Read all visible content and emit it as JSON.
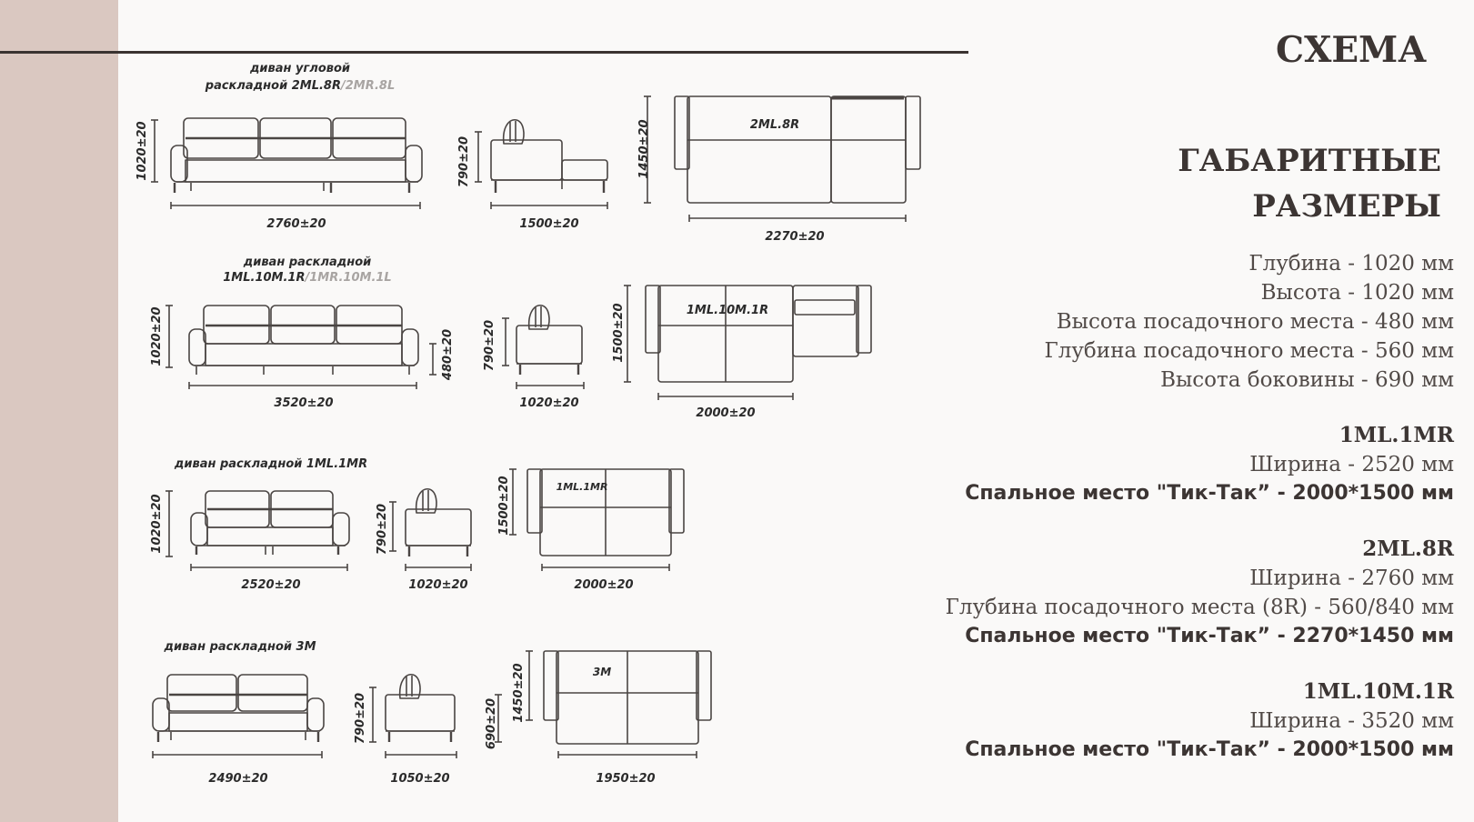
{
  "page": {
    "title": "СХЕМА",
    "subtitle_lines": [
      "ГАБАРИТНЫЕ",
      "РАЗМЕРЫ"
    ]
  },
  "colors": {
    "side_band": "#dac8c1",
    "rule": "#3a3331",
    "background": "#faf9f8",
    "drawing_line": "#4a4543"
  },
  "general_specs": [
    "Глубина - 1020 мм",
    "Высота - 1020 мм",
    "Высота посадочного места - 480 мм",
    "Глубина посадочного места - 560 мм",
    "Высота боковины - 690 мм"
  ],
  "models": [
    {
      "code": "1ML.1MR",
      "lines": [
        "Ширина - 2520 мм"
      ],
      "sleeping": "Спальное место \"Тик-Так” - 2000*1500 мм"
    },
    {
      "code": "2ML.8R",
      "lines": [
        "Ширина - 2760 мм",
        "Глубина посадочного места (8R) - 560/840 мм"
      ],
      "sleeping": "Спальное место \"Тик-Так” - 2270*1450 мм"
    },
    {
      "code": "1ML.10M.1R",
      "lines": [
        "Ширина - 3520 мм"
      ],
      "sleeping": "Спальное место \"Тик-Так” - 2000*1500 мм"
    }
  ],
  "drawings": {
    "row1": {
      "caption_line1": "диван угловой",
      "caption_line2_dark": "раскладной 2ML.8R",
      "caption_line2_light": "/2MR.8L",
      "front_height": "1020±20",
      "front_width": "2760±20",
      "side_height": "790±20",
      "side_depth": "1500±20",
      "plan_depth": "1450±20",
      "plan_label": "2ML.8R",
      "plan_width": "2270±20"
    },
    "row2": {
      "caption_line1": "диван раскладной",
      "caption_line2_dark": "1ML.10M.1R",
      "caption_line2_light": "/1MR.10M.1L",
      "front_height": "1020±20",
      "front_width": "3520±20",
      "seat_height": "480±20",
      "side_height": "790±20",
      "side_depth": "1020±20",
      "plan_depth": "1500±20",
      "plan_label": "1ML.10M.1R",
      "plan_width": "2000±20"
    },
    "row3": {
      "caption": "диван раскладной 1ML.1MR",
      "front_height": "1020±20",
      "front_width": "2520±20",
      "side_height": "790±20",
      "side_depth": "1020±20",
      "plan_depth": "1500±20",
      "plan_label": "1ML.1MR",
      "plan_width": "2000±20"
    },
    "row4": {
      "caption": "диван раскладной 3М",
      "front_width": "2490±20",
      "side_height": "790±20",
      "side_depth": "1050±20",
      "arm_height": "690±20",
      "plan_depth": "1450±20",
      "plan_label": "3M",
      "plan_width": "1950±20"
    }
  }
}
